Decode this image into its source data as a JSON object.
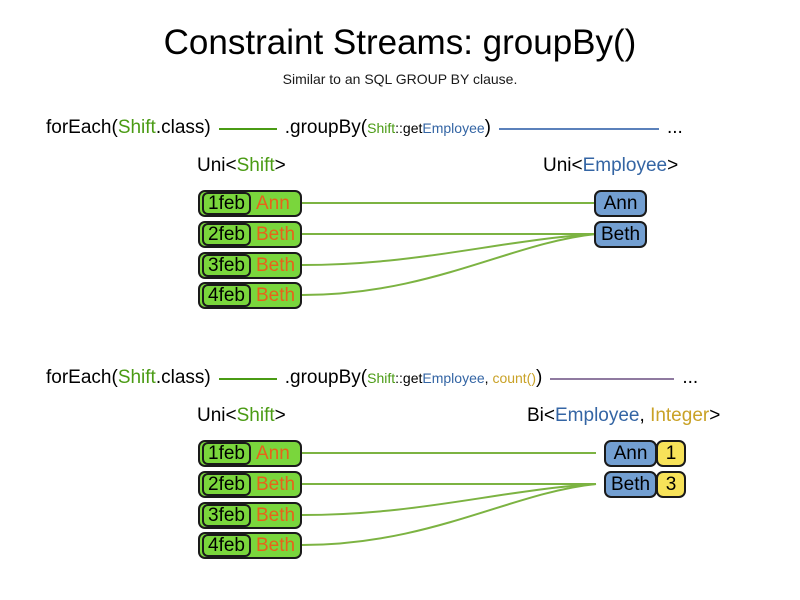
{
  "header": {
    "title": "Constraint Streams: groupBy()",
    "subtitle": "Similar to an SQL GROUP BY clause."
  },
  "colors": {
    "shift_green": "#7ad63c",
    "employee_blue": "#739fd1",
    "count_yellow": "#f7e259",
    "name_orange": "#e8621a",
    "token_green": "#4a9b14",
    "token_blue": "#3465a4",
    "token_gold": "#c9a227",
    "line_green": "#4a9b14",
    "line_blue": "#5b81bb",
    "line_purple": "#8f7aa0",
    "border_black": "#1a1a1a"
  },
  "sections": [
    {
      "id": "section-groupby",
      "code": {
        "for_each_prefix": "forEach(",
        "for_each_type": "Shift",
        "for_each_suffix": ".class)",
        "group_by_prefix": ".groupBy(",
        "mapper_type": "Shift",
        "mapper_sep": "::get",
        "mapper_target": "Employee",
        "group_by_suffix": ")",
        "ellipsis": "..."
      },
      "left_label": {
        "prefix": "Uni<",
        "type": "Shift",
        "suffix": ">"
      },
      "right_label": {
        "prefix": "Uni<",
        "type": "Employee",
        "suffix": ">"
      },
      "shifts": [
        {
          "date": "1feb",
          "name": "Ann"
        },
        {
          "date": "2feb",
          "name": "Beth"
        },
        {
          "date": "3feb",
          "name": "Beth"
        },
        {
          "date": "4feb",
          "name": "Beth"
        }
      ],
      "employees": [
        {
          "name": "Ann"
        },
        {
          "name": "Beth"
        }
      ]
    },
    {
      "id": "section-groupby-count",
      "code": {
        "for_each_prefix": "forEach(",
        "for_each_type": "Shift",
        "for_each_suffix": ".class)",
        "group_by_prefix": ".groupBy(",
        "mapper_type": "Shift",
        "mapper_sep": "::get",
        "mapper_target": "Employee",
        "mapper_comma": ", ",
        "collector": "count()",
        "group_by_suffix": ")",
        "ellipsis": "..."
      },
      "left_label": {
        "prefix": "Uni<",
        "type": "Shift",
        "suffix": ">"
      },
      "right_label": {
        "prefix": "Bi<",
        "type": "Employee",
        "comma": ", ",
        "type2": "Integer",
        "suffix": ">"
      },
      "shifts": [
        {
          "date": "1feb",
          "name": "Ann"
        },
        {
          "date": "2feb",
          "name": "Beth"
        },
        {
          "date": "3feb",
          "name": "Beth"
        },
        {
          "date": "4feb",
          "name": "Beth"
        }
      ],
      "groups": [
        {
          "name": "Ann",
          "count": "1"
        },
        {
          "name": "Beth",
          "count": "3"
        }
      ]
    }
  ]
}
